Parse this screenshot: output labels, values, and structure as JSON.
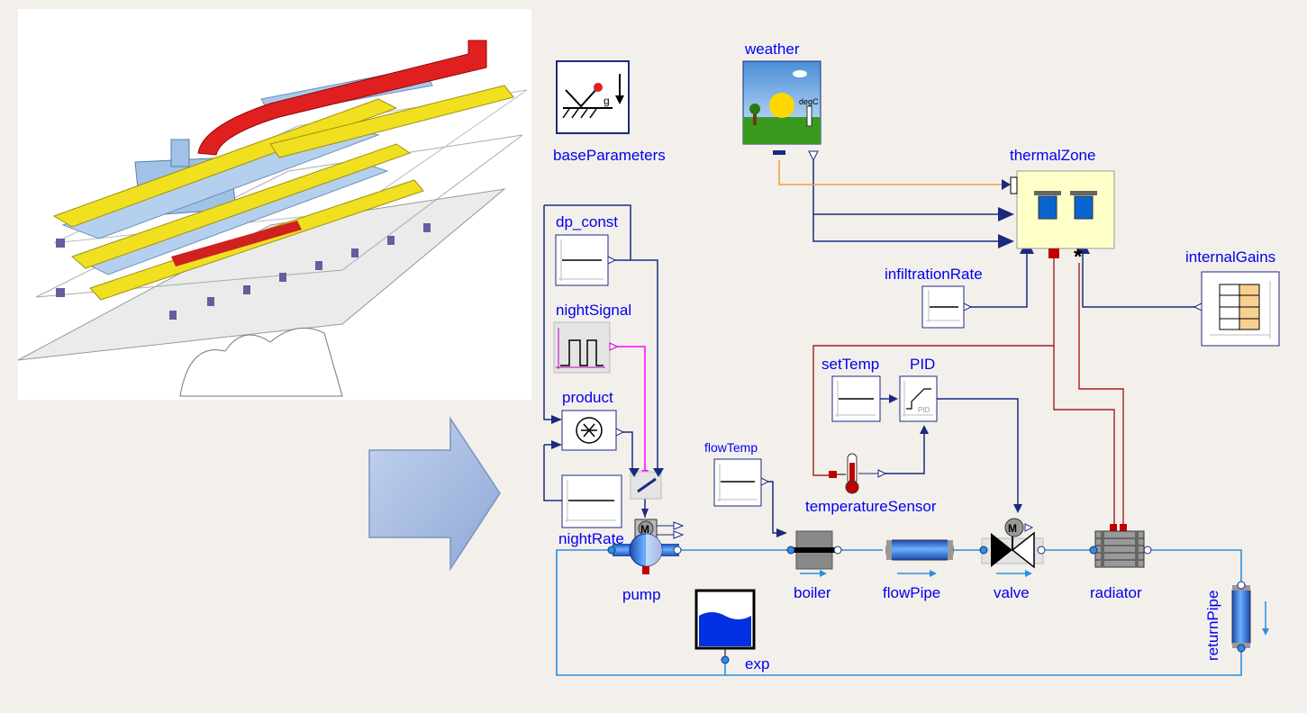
{
  "diagram": {
    "components": {
      "weather": {
        "label": "weather",
        "sensor_unit": "degC"
      },
      "baseParameters": {
        "label": "baseParameters",
        "gravity_symbol": "g"
      },
      "thermalZone": {
        "label": "thermalZone"
      },
      "internalGains": {
        "label": "internalGains"
      },
      "infiltrationRate": {
        "label": "infiltrationRate"
      },
      "dp_const": {
        "label": "dp_const"
      },
      "nightSignal": {
        "label": "nightSignal"
      },
      "product": {
        "label": "product"
      },
      "nightRate": {
        "label": "nightRate"
      },
      "setTemp": {
        "label": "setTemp"
      },
      "PID": {
        "label": "PID",
        "inner_text": "PID"
      },
      "flowTemp": {
        "label": "flowTemp"
      },
      "temperatureSensor": {
        "label": "temperatureSensor"
      },
      "pump": {
        "label": "pump",
        "motor_symbol": "M"
      },
      "boiler": {
        "label": "boiler"
      },
      "flowPipe": {
        "label": "flowPipe"
      },
      "valve": {
        "label": "valve",
        "motor_symbol": "M"
      },
      "radiator": {
        "label": "radiator"
      },
      "returnPipe": {
        "label": "returnPipe"
      },
      "exp": {
        "label": "exp"
      }
    },
    "colors": {
      "label_blue": "#0000ee",
      "signal_line": "#1a2a80",
      "fluid_line": "#2b8fe0",
      "heat_line": "#a02020",
      "weather_line": "#f0a040",
      "night_signal_line": "#ff00ff",
      "zone_fill": "#ffffc8",
      "arrow_fill": "#a9bde0",
      "background": "#f3f0ec"
    }
  },
  "illustration": {
    "kind": "3d-building-hvac-model",
    "direction_icon": "right-arrow-icon"
  }
}
